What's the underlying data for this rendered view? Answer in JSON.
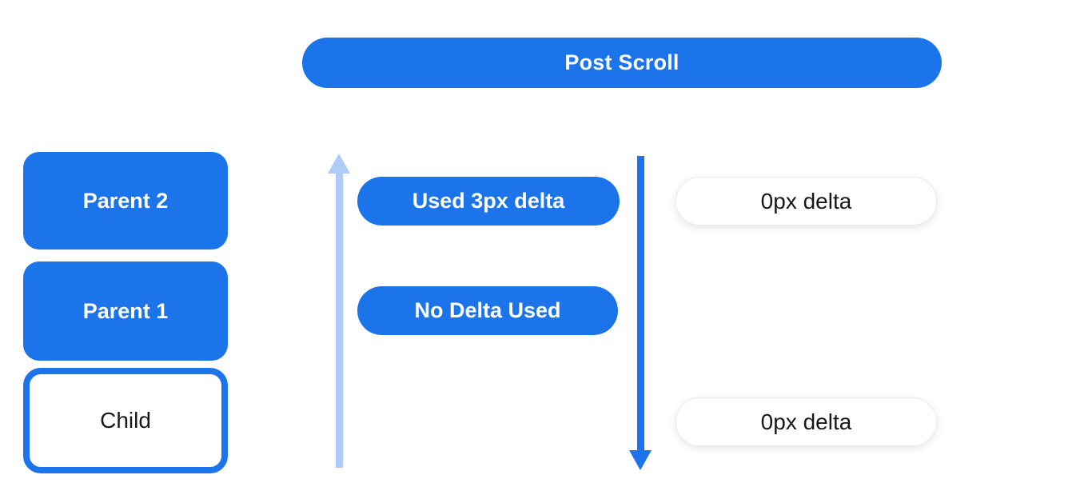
{
  "diagram": {
    "title": "Post Scroll",
    "colors": {
      "accent_blue": "#1b74e9",
      "light_blue": "#aecbfa",
      "pill_white": "#ffffff",
      "text_on_blue": "#ffffff",
      "text_dark": "#181818"
    },
    "scroll_tree": {
      "boxes": [
        {
          "label": "Parent 2",
          "style": "filled"
        },
        {
          "label": "Parent 1",
          "style": "filled"
        },
        {
          "label": "Child",
          "style": "outlined"
        }
      ]
    },
    "arrows": [
      {
        "name": "up-arrow",
        "direction": "up",
        "color": "#aecbfa"
      },
      {
        "name": "down-arrow",
        "direction": "down",
        "color": "#1b74e9"
      }
    ],
    "delta_pills": {
      "used_delta": "Used 3px delta",
      "no_delta": "No Delta Used",
      "zero_delta_top": "0px delta",
      "zero_delta_bottom": "0px delta"
    }
  }
}
